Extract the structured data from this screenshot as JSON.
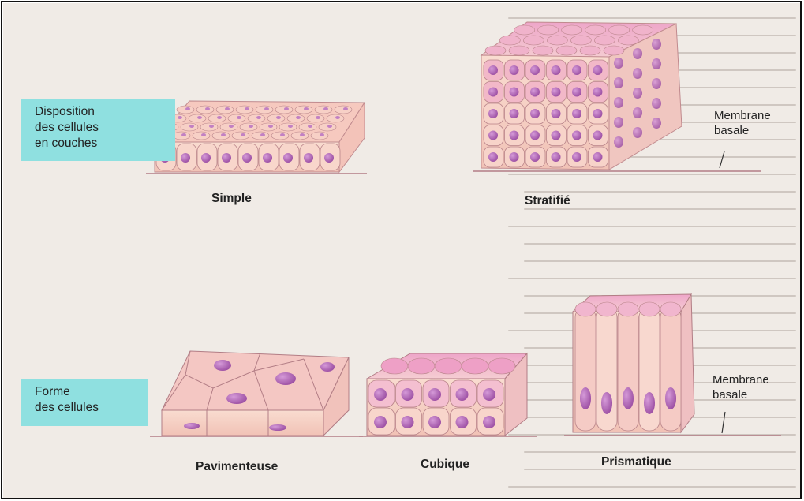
{
  "categories": {
    "disposition": [
      "Disposition",
      "des cellules",
      "en couches"
    ],
    "forme": [
      "Forme",
      "des cellules"
    ]
  },
  "captions": {
    "simple": "Simple",
    "stratifie": "Stratifié",
    "pavimenteuse": "Pavimenteuse",
    "cubique": "Cubique",
    "prismatique": "Prismatique"
  },
  "labels": {
    "membrane_top": [
      "Membrane",
      "basale"
    ],
    "membrane_bottom": [
      "Membrane",
      "basale"
    ]
  },
  "colors": {
    "label_box": "#8fe0e0",
    "cell_fill": "#f6cfc6",
    "cell_edge": "#b9848a",
    "nucleus": "#b268b5",
    "pink_top": "#e8a2c6"
  }
}
